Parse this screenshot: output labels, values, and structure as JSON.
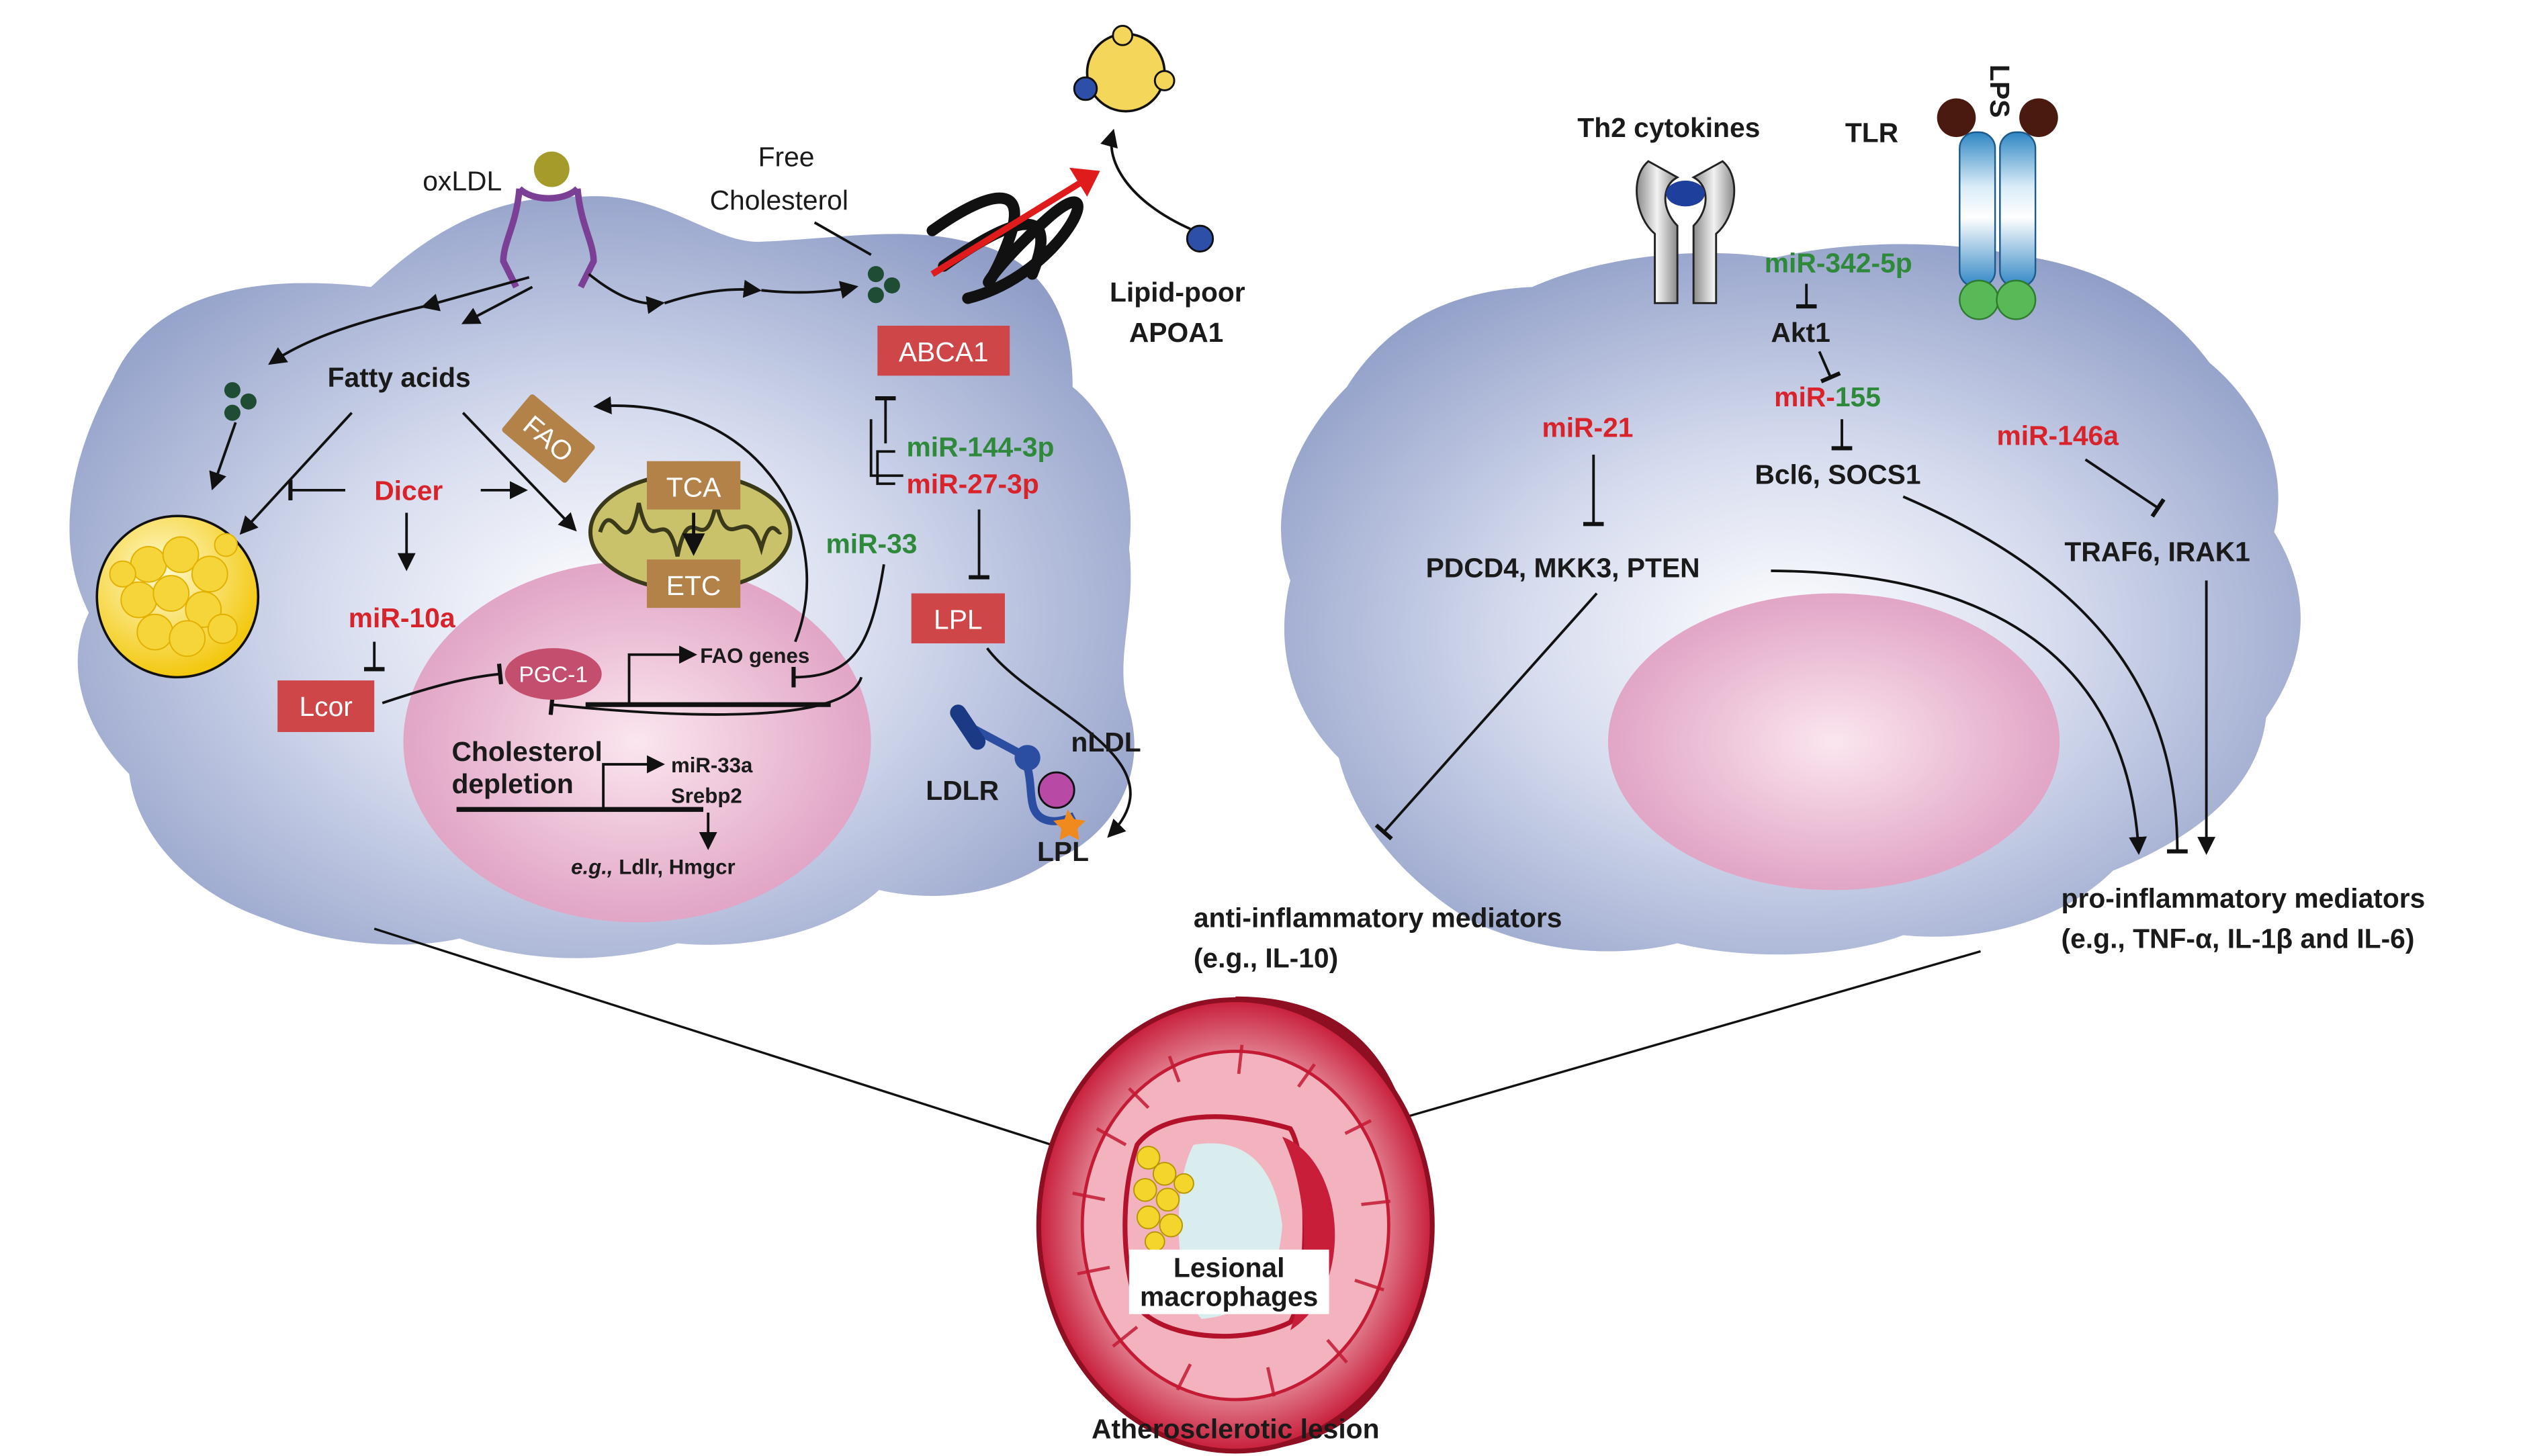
{
  "colors": {
    "cell_blue": "#8e9cc6",
    "nucleus_pink": "#e3a8c8",
    "label_red": "#d8232a",
    "label_green": "#2e8a3a",
    "box_red": "#cf4648",
    "box_brown": "#b28249",
    "vessel_red": "#b4122b"
  },
  "left_cell": {
    "oxldl": "oxLDL",
    "free_cholesterol": [
      "Free",
      "Cholesterol"
    ],
    "lipid_poor_apoa1": [
      "Lipid-poor",
      "APOA1"
    ],
    "fatty_acids": "Fatty acids",
    "dicer": "Dicer",
    "fao_box": "FAO",
    "tca_box": "TCA",
    "etc_box": "ETC",
    "abca1_box": "ABCA1",
    "mir_144_3p": "miR-144-3p",
    "mir_27_3p": "miR-27-3p",
    "mir_33": "miR-33",
    "lpl_box": "LPL",
    "mir_10a": "miR-10a",
    "lcor_box": "Lcor",
    "pgc1": "PGC-1",
    "fao_genes": "FAO genes",
    "cholesterol_depletion": [
      "Cholesterol",
      "depletion"
    ],
    "mir_33a": "miR-33a",
    "srebp2": "Srebp2",
    "eg_prefix": "e.g.,",
    "ldlr_hmgcr": " Ldlr, Hmgcr",
    "nldl": "nLDL",
    "ldlr": "LDLR",
    "lpl_label": "LPL"
  },
  "right_cell": {
    "th2_cytokines": "Th2 cytokines",
    "tlr": "TLR",
    "lps": "LPS",
    "mir_342_5p": "miR-342-5p",
    "akt1": "Akt1",
    "mir_155_prefix": "miR-",
    "mir_155_suffix": "155",
    "bcl6_socs1": "Bcl6, SOCS1",
    "mir_21": "miR-21",
    "mir_146a": "miR-146a",
    "pdcd4": "PDCD4, MKK3, PTEN",
    "traf6": "TRAF6, IRAK1",
    "anti_inflammatory": [
      "anti-inflammatory mediators",
      "(e.g., IL-10)"
    ],
    "pro_inflammatory": [
      "pro-inflammatory mediators",
      "(e.g., TNF-α, IL-1β and IL-6)"
    ]
  },
  "lesion": {
    "macrophages_label": [
      "Lesional",
      "macrophages"
    ],
    "title": "Atherosclerotic lesion"
  }
}
